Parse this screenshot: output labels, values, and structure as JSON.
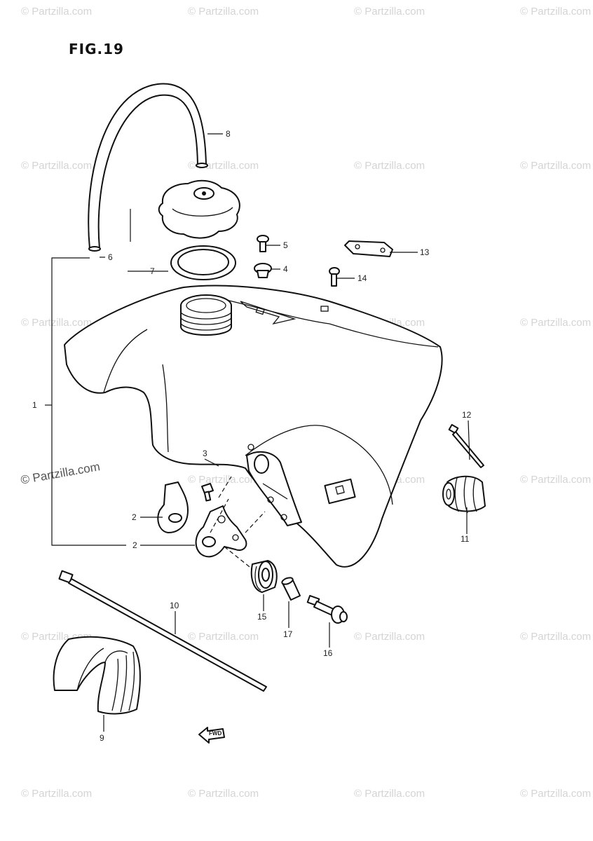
{
  "figure": {
    "title": "FIG.19"
  },
  "watermark": {
    "text": "© Partzilla.com"
  },
  "callouts": [
    {
      "id": "c8",
      "label": "8"
    },
    {
      "id": "c6",
      "label": "6"
    },
    {
      "id": "c7",
      "label": "7"
    },
    {
      "id": "c5",
      "label": "5"
    },
    {
      "id": "c4",
      "label": "4"
    },
    {
      "id": "c13",
      "label": "13"
    },
    {
      "id": "c14",
      "label": "14"
    },
    {
      "id": "c1",
      "label": "1"
    },
    {
      "id": "c3",
      "label": "3"
    },
    {
      "id": "c12",
      "label": "12"
    },
    {
      "id": "c2a",
      "label": "2"
    },
    {
      "id": "c2b",
      "label": "2"
    },
    {
      "id": "c11",
      "label": "11"
    },
    {
      "id": "c10",
      "label": "10"
    },
    {
      "id": "c15",
      "label": "15"
    },
    {
      "id": "c17",
      "label": "17"
    },
    {
      "id": "c16",
      "label": "16"
    },
    {
      "id": "c9",
      "label": "9"
    }
  ],
  "front_arrow": {
    "text": "FWD"
  }
}
